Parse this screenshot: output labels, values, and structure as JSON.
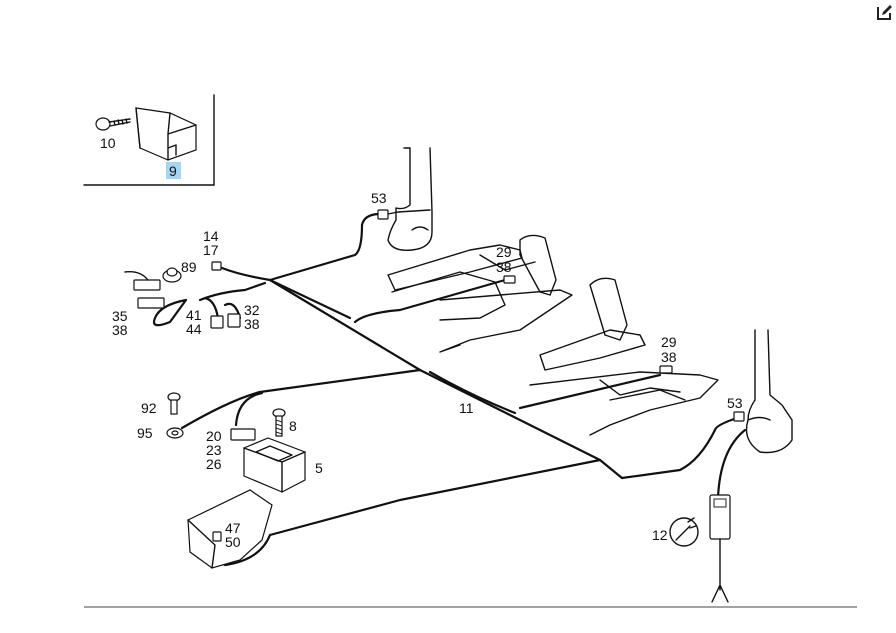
{
  "selected_callout": "9",
  "callouts": [
    {
      "id": "c10",
      "text": "10"
    },
    {
      "id": "c9",
      "text": "9"
    },
    {
      "id": "c53a",
      "text": "53"
    },
    {
      "id": "c14",
      "text": "14"
    },
    {
      "id": "c17",
      "text": "17"
    },
    {
      "id": "c89",
      "text": "89"
    },
    {
      "id": "c29a",
      "text": "29"
    },
    {
      "id": "c38a",
      "text": "38"
    },
    {
      "id": "c35",
      "text": "35"
    },
    {
      "id": "c38b",
      "text": "38"
    },
    {
      "id": "c41",
      "text": "41"
    },
    {
      "id": "c44",
      "text": "44"
    },
    {
      "id": "c32",
      "text": "32"
    },
    {
      "id": "c38c",
      "text": "38"
    },
    {
      "id": "c29b",
      "text": "29"
    },
    {
      "id": "c38d",
      "text": "38"
    },
    {
      "id": "c92",
      "text": "92"
    },
    {
      "id": "c11",
      "text": "11"
    },
    {
      "id": "c53b",
      "text": "53"
    },
    {
      "id": "c95",
      "text": "95"
    },
    {
      "id": "c8",
      "text": "8"
    },
    {
      "id": "c20",
      "text": "20"
    },
    {
      "id": "c23",
      "text": "23"
    },
    {
      "id": "c26",
      "text": "26"
    },
    {
      "id": "c5",
      "text": "5"
    },
    {
      "id": "c47",
      "text": "47"
    },
    {
      "id": "c50",
      "text": "50"
    },
    {
      "id": "c12",
      "text": "12"
    }
  ],
  "colors": {
    "highlight": "#a9d3f2",
    "line": "#111111"
  },
  "toolbar": {
    "edit_icon": "edit-icon"
  }
}
